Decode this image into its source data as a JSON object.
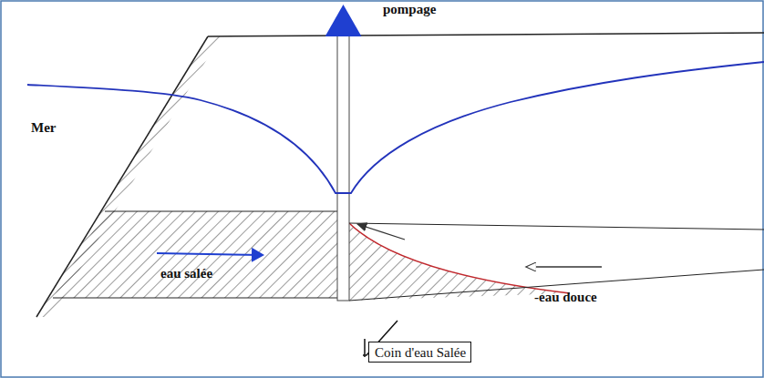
{
  "diagram": {
    "nodes": [
      {
        "text": [
          "Coin d'eau Salée"
        ]
      }
    ],
    "labels": [
      "pompage",
      "Mer",
      "eau salée",
      "-eau douce"
    ]
  }
}
